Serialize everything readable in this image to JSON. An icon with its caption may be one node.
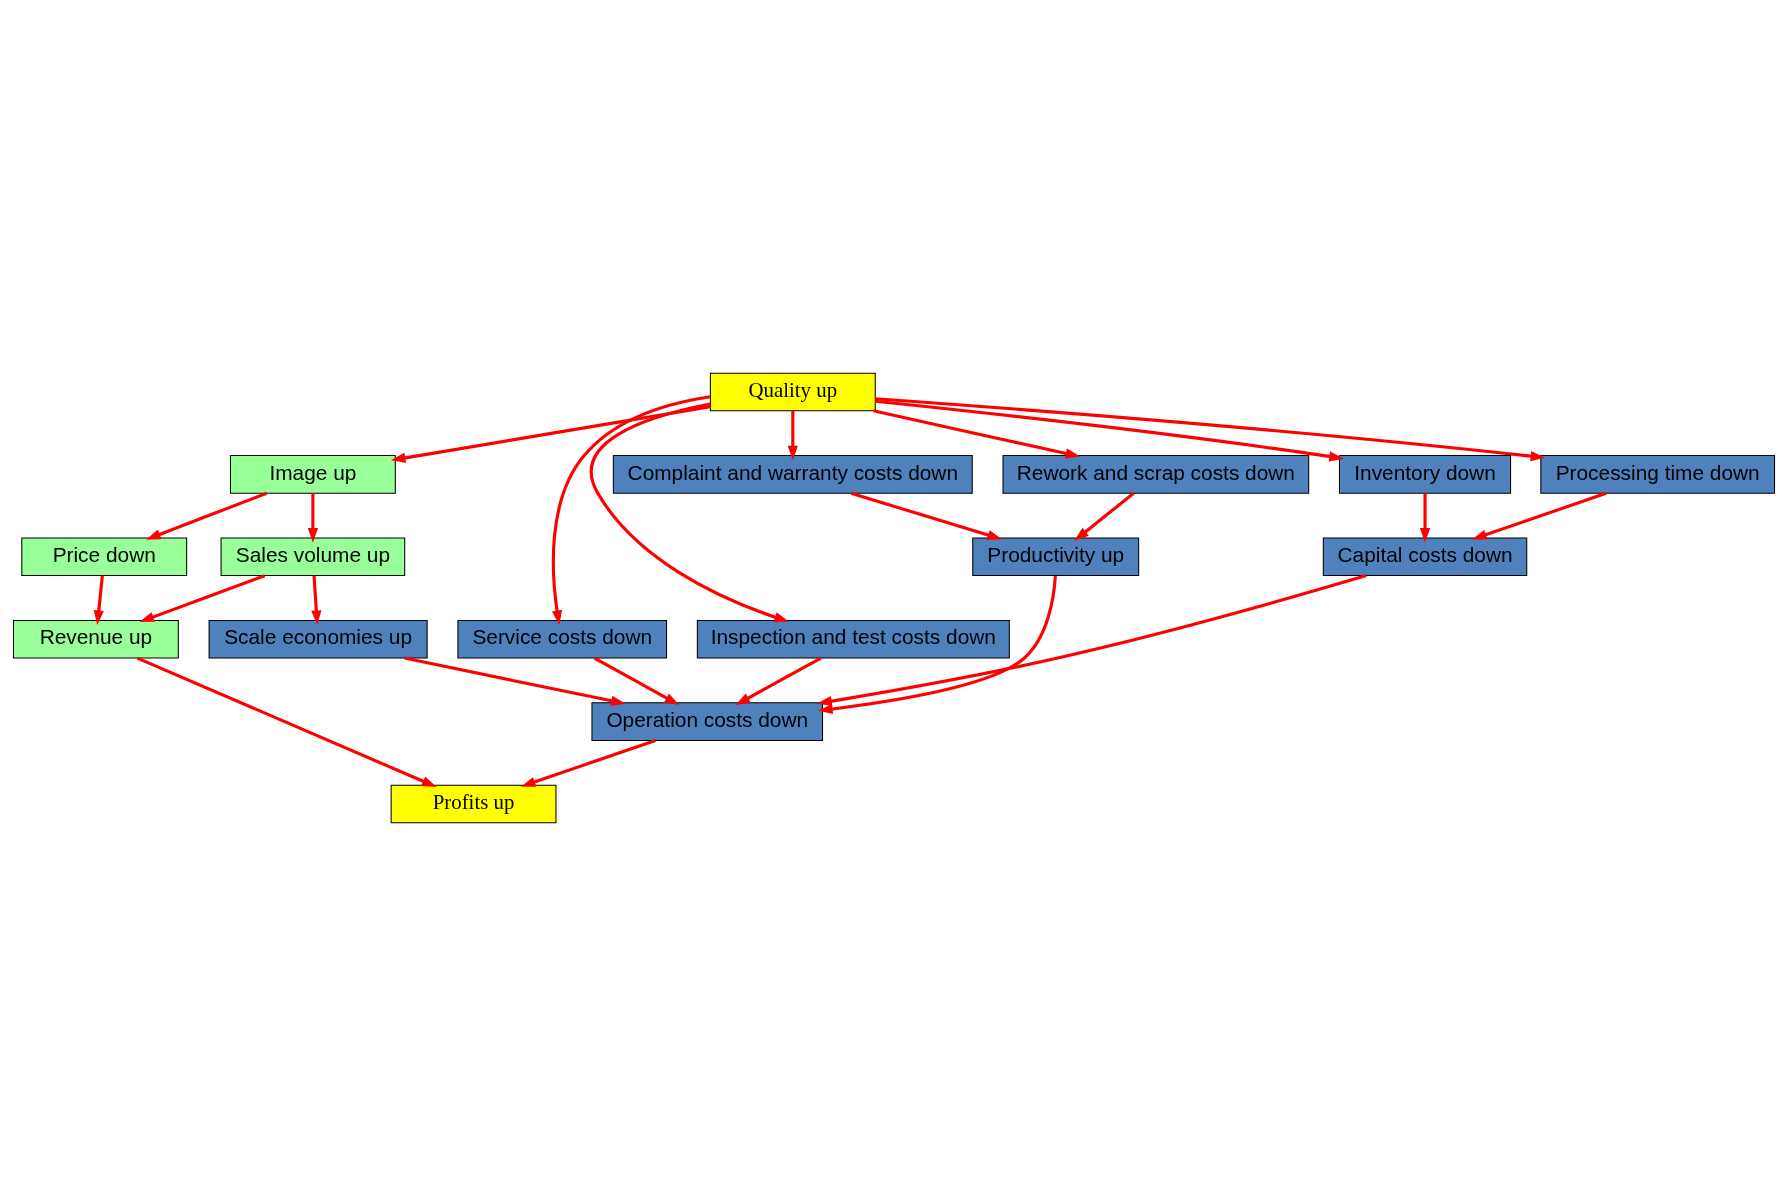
{
  "diagram": {
    "nodes": [
      {
        "text": [
          "Quality up"
        ]
      },
      {
        "text": [
          "Image up"
        ]
      },
      {
        "text": [
          "Service costs down"
        ]
      },
      {
        "text": [
          "Inspection and test costs down"
        ]
      },
      {
        "text": [
          "Rework and scrap costs down"
        ]
      },
      {
        "text": [
          "Processing time down"
        ]
      },
      {
        "text": [
          "Inventory down"
        ]
      },
      {
        "text": [
          "Sales volume up"
        ]
      },
      {
        "text": [
          "Complaint and warranty costs down"
        ]
      },
      {
        "text": [
          "Capital costs down"
        ]
      },
      {
        "text": [
          "Price down"
        ]
      },
      {
        "text": [
          "Scale economies up"
        ]
      },
      {
        "text": [
          "Productivity up"
        ]
      },
      {
        "text": [
          "Revenue up"
        ]
      },
      {
        "text": [
          "Operation costs down"
        ]
      },
      {
        "text": [
          "Profits up"
        ]
      }
    ],
    "edges": [
      {
        "from": 0,
        "to": 1,
        "arrow": "to"
      },
      {
        "from": 0,
        "to": 2,
        "arrow": "to"
      },
      {
        "from": 0,
        "to": 3,
        "arrow": "to"
      },
      {
        "from": 0,
        "to": 4,
        "arrow": "to"
      },
      {
        "from": 0,
        "to": 8,
        "arrow": "to"
      },
      {
        "from": 0,
        "to": 6,
        "arrow": "to"
      },
      {
        "from": 0,
        "to": 5,
        "arrow": "to"
      },
      {
        "from": 1,
        "to": 10,
        "arrow": "to"
      },
      {
        "from": 1,
        "to": 7,
        "arrow": "to"
      },
      {
        "from": 7,
        "to": 11,
        "arrow": "to"
      },
      {
        "from": 7,
        "to": 13,
        "arrow": "to"
      },
      {
        "from": 10,
        "to": 13,
        "arrow": "to"
      },
      {
        "from": 2,
        "to": 14,
        "arrow": "to"
      },
      {
        "from": 3,
        "to": 14,
        "arrow": "to"
      },
      {
        "from": 4,
        "to": 12,
        "arrow": "to"
      },
      {
        "from": 8,
        "to": 12,
        "arrow": "to"
      },
      {
        "from": 6,
        "to": 9,
        "arrow": "to"
      },
      {
        "from": 5,
        "to": 9,
        "arrow": "to"
      },
      {
        "from": 9,
        "to": 14,
        "arrow": "to"
      },
      {
        "from": 11,
        "to": 14,
        "arrow": "to"
      },
      {
        "from": 12,
        "to": 14,
        "arrow": "to"
      },
      {
        "from": 13,
        "to": 15,
        "arrow": "to"
      },
      {
        "from": 14,
        "to": 15,
        "arrow": "to"
      }
    ]
  }
}
